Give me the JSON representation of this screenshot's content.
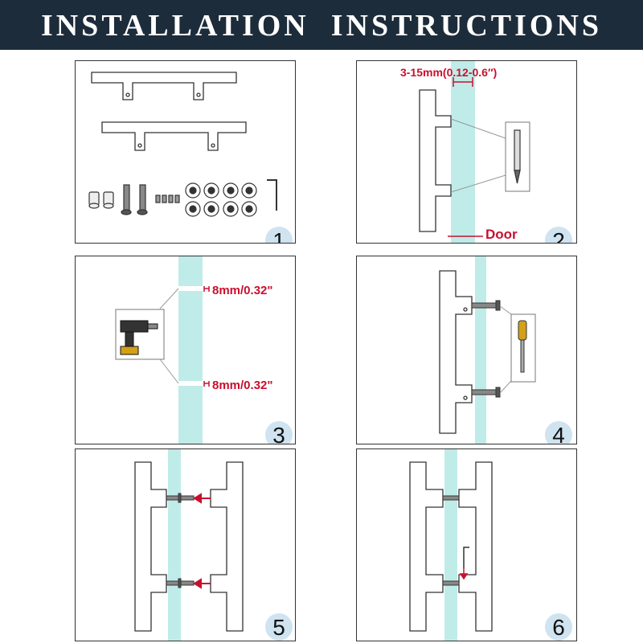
{
  "title": "INSTALLATION  INSTRUCTIONS",
  "colors": {
    "banner": "#1d2c3b",
    "glass": "#bfece8",
    "label": "#c8102e",
    "badge": "#cfe3f0",
    "line": "#333333"
  },
  "steps": [
    {
      "number": "1"
    },
    {
      "number": "2",
      "gap_label": "3-15mm(0.12-0.6″)",
      "door_label": "Door"
    },
    {
      "number": "3",
      "hole_top_label": "8mm/0.32\"",
      "hole_bottom_label": "8mm/0.32\""
    },
    {
      "number": "4"
    },
    {
      "number": "5"
    },
    {
      "number": "6"
    }
  ],
  "icons": [
    "handle-bar-icon",
    "mounting-hardware-icon",
    "hex-key-icon",
    "pencil-icon",
    "drill-icon",
    "screwdriver-icon",
    "bolt-icon",
    "red-arrow-icon"
  ]
}
